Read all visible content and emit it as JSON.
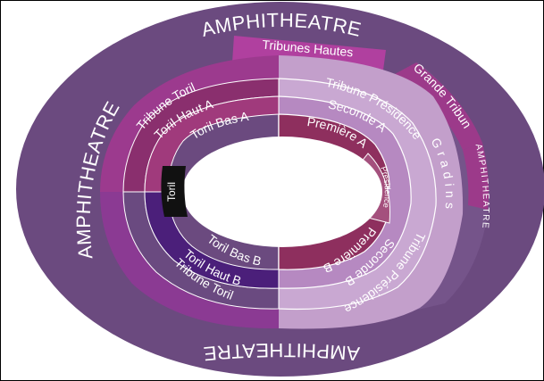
{
  "labels": {
    "amphitheatre_top": "AMPHITHEATRE",
    "amphitheatre_left": "AMPHITHEATRE",
    "amphitheatre_bottom": "AMPHITHEATRE",
    "amphitheatre_right": "AMPHITHEATRE",
    "tribunes_hautes": "Tribunes Hautes",
    "grande_tribune": "Grande Tribune",
    "gradins": "Gradins",
    "tribune_presidence_top": "Tribune Présidence",
    "tribune_presidence_bottom": "Tribune Présidence",
    "seconde_a": "Seconde A",
    "seconde_b": "Seconde B",
    "premiere_a": "Première A",
    "premiere_b": "Première B",
    "presidence": "Présidence",
    "tribune_toril_top": "Tribune Toril",
    "tribune_toril_bottom": "Tribune Toril",
    "toril_haut_a": "Toril Haut A",
    "toril_haut_b": "Toril Haut B",
    "toril_bas_a": "Toril Bas A",
    "toril_bas_b": "Toril Bas B",
    "toril": "Toril"
  },
  "colors": {
    "outer_ring": "#6b4a7f",
    "outer_ring_light": "#75548a",
    "tribunes_hautes": "#b0409f",
    "grande_tribune": "#9c3a8a",
    "gradins": "#c39fcb",
    "tribune_presidence": "#c9a8d2",
    "seconde": "#b689c1",
    "premiere": "#8e2f5e",
    "presidence": "#a4507d",
    "tribune_toril_top": "#9c3a8e",
    "toril_haut_a": "#8a2f6e",
    "toril_bas_a": "#a03a7c",
    "tribune_toril_bottom": "#8b3a93",
    "toril_haut_b": "#6a4a80",
    "toril_bas_b": "#4b1f7a",
    "toril": "#111111",
    "arena": "#ffffff"
  }
}
